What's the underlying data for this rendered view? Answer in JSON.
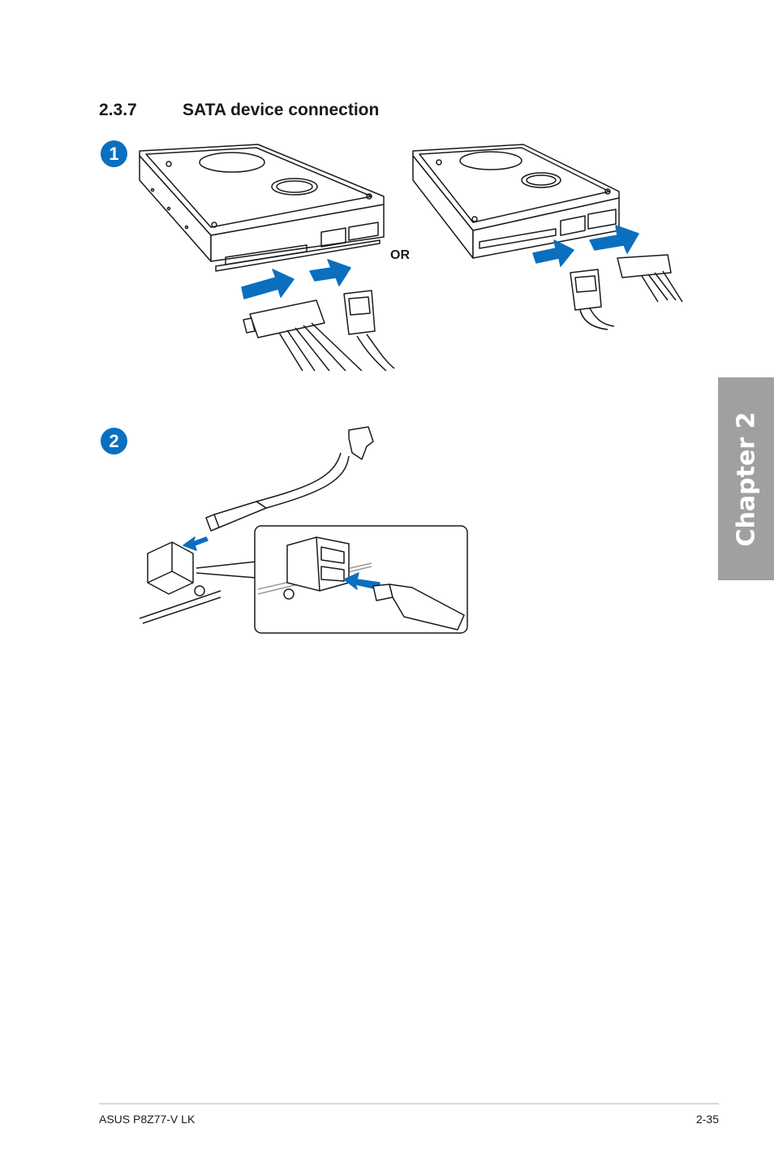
{
  "section": {
    "number": "2.3.7",
    "title": "SATA device connection"
  },
  "steps": {
    "step1": "1",
    "step2": "2"
  },
  "or_label": "OR",
  "chapter_tab": "Chapter 2",
  "footer": {
    "product": "ASUS P8Z77-V LK",
    "page": "2-35"
  },
  "colors": {
    "arrow_blue": "#0a6fbf",
    "tab_gray": "#a0a0a0"
  }
}
